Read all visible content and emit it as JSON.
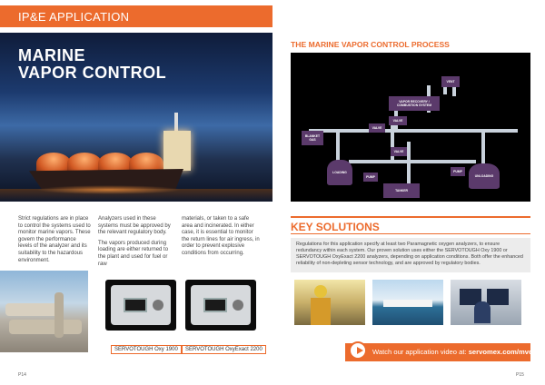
{
  "banner": {
    "label": "IP&E APPLICATION"
  },
  "hero": {
    "title_line1": "MARINE",
    "title_line2": "VAPOR CONTROL"
  },
  "intro": {
    "col1": "Strict regulations are in place to control the systems used to monitor marine vapors. These govern the performance levels of the analyzer and its suitability to the hazardous environment.",
    "col2a": "Analyzers used in these systems must be approved by the relevant regulatory body.",
    "col2b": "The vapors produced during loading are either returned to the plant and used for fuel or raw",
    "col3": "materials, or taken to a safe area and incinerated. In either case, it is essential to monitor the return lines for air ingress, in order to prevent explosive conditions from occurring."
  },
  "products": [
    {
      "label": "SERVOTOUGH Oxy 1900"
    },
    {
      "label": "SERVOTOUGH OxyExact 2200"
    }
  ],
  "page_left": "P14",
  "page_right": "P15",
  "process": {
    "title": "THE MARINE VAPOR CONTROL PROCESS",
    "nodes": {
      "vent": "VENT",
      "vapor": "VAPOR RECOVERY / COMBUSTION SYSTEM",
      "valve1": "VALVE",
      "blanket": "BLANKET GAS",
      "valve2": "VALVE",
      "valve3": "VALVE",
      "loading": "LOADING",
      "pump1": "PUMP",
      "pump2": "PUMP",
      "unloading": "UNLOADING",
      "tanker": "TANKER"
    }
  },
  "key": {
    "title": "KEY SOLUTIONS",
    "text": "Regulations for this application specify at least two Paramagnetic oxygen analyzers, to ensure redundancy within each system. Our proven solution uses either the SERVOTOUGH Oxy 1900 or SERVOTOUGH OxyExact 2200 analyzers, depending on application conditions. Both offer the enhanced reliability of non-depleting sensor technology, and are approved by regulatory bodies."
  },
  "video": {
    "prefix": "Watch our application video at:",
    "url": "servomex.com/mvc"
  },
  "colors": {
    "accent": "#ec6b2d",
    "node": "#5b3a6b"
  }
}
